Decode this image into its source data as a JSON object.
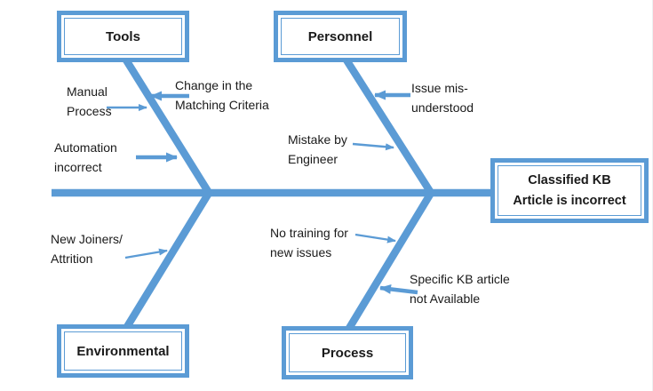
{
  "fishbone": {
    "type": "fishbone",
    "effect_label": "Classified KB\nArticle is incorrect",
    "categories": [
      {
        "id": "tools",
        "label": "Tools",
        "causes": [
          {
            "id": "manual-process",
            "label": "Manual\nProcess"
          },
          {
            "id": "change-matching-criteria",
            "label": "Change in the\nMatching Criteria"
          },
          {
            "id": "automation-incorrect",
            "label": "Automation\nincorrect"
          }
        ]
      },
      {
        "id": "personnel",
        "label": "Personnel",
        "causes": [
          {
            "id": "issue-misunderstood",
            "label": "Issue mis-\nunderstood"
          },
          {
            "id": "mistake-by-engineer",
            "label": "Mistake by\nEngineer"
          }
        ]
      },
      {
        "id": "environmental",
        "label": "Environmental",
        "causes": [
          {
            "id": "new-joiners-attrition",
            "label": "New Joiners/\nAttrition"
          }
        ]
      },
      {
        "id": "process",
        "label": "Process",
        "causes": [
          {
            "id": "no-training-new-issues",
            "label": "No training for\nnew issues"
          },
          {
            "id": "specific-kb-not-available",
            "label": "Specific KB article\nnot Available"
          }
        ]
      }
    ],
    "colors": {
      "accent": "#5B9BD5",
      "text": "#1a1a1a",
      "background": "#ffffff"
    }
  }
}
